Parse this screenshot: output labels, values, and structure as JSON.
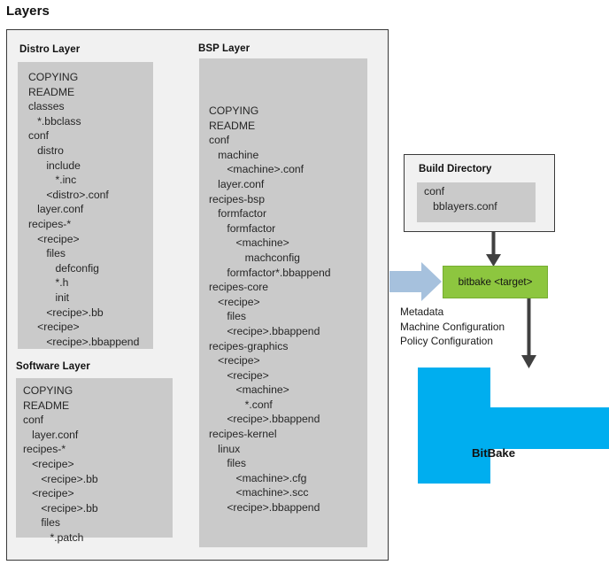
{
  "page_title": "Layers",
  "colors": {
    "layer_fill": "#cacaca",
    "panel_fill": "#f1f1f1",
    "panel_border": "#3a3a3a",
    "bitbake_green": "#8dc63f",
    "bitbake_blue": "#00aeef",
    "arrow_blue_gray": "#a6c1dd",
    "arrow_dark": "#404040"
  },
  "layers_panel": {
    "distro": {
      "label": "Distro Layer",
      "tree": [
        "COPYING",
        "README",
        "classes",
        "   *.bbclass",
        "conf",
        "   distro",
        "      include",
        "         *.inc",
        "      <distro>.conf",
        "   layer.conf",
        "recipes-*",
        "   <recipe>",
        "      files",
        "         defconfig",
        "         *.h",
        "         init",
        "      <recipe>.bb",
        "   <recipe>",
        "      <recipe>.bbappend"
      ]
    },
    "software": {
      "label": "Software Layer",
      "tree": [
        "COPYING",
        "README",
        "conf",
        "   layer.conf",
        "recipes-*",
        "   <recipe>",
        "      <recipe>.bb",
        "   <recipe>",
        "      <recipe>.bb",
        "      files",
        "         *.patch"
      ]
    },
    "bsp": {
      "label": "BSP Layer",
      "tree": [
        "COPYING",
        "README",
        "conf",
        "   machine",
        "      <machine>.conf",
        "   layer.conf",
        "recipes-bsp",
        "   formfactor",
        "      formfactor",
        "         <machine>",
        "            machconfig",
        "      formfactor*.bbappend",
        "recipes-core",
        "   <recipe>",
        "      files",
        "      <recipe>.bbappend",
        "recipes-graphics",
        "   <recipe>",
        "      <recipe>",
        "         <machine>",
        "            *.conf",
        "      <recipe>.bbappend",
        "recipes-kernel",
        "   linux",
        "      files",
        "         <machine>.cfg",
        "         <machine>.scc",
        "      <recipe>.bbappend"
      ]
    }
  },
  "build_directory": {
    "title": "Build Directory",
    "tree": [
      "conf",
      "   bblayers.conf"
    ]
  },
  "bitbake_command": {
    "label": "bitbake <target>"
  },
  "metadata_caption": [
    "Metadata",
    "Machine Configuration",
    "Policy Configuration"
  ],
  "bitbake_output": {
    "label": "BitBake"
  }
}
